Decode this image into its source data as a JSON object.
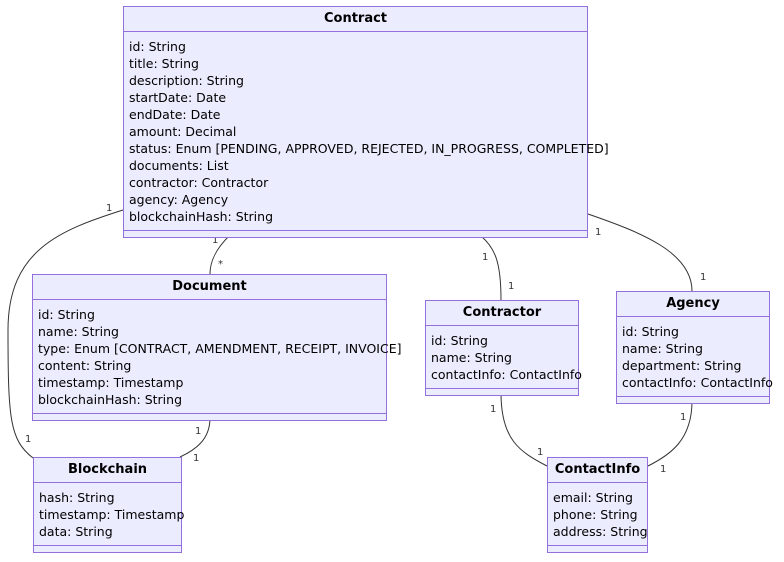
{
  "diagram": {
    "classes": {
      "contract": {
        "name": "Contract",
        "attributes": [
          "id: String",
          "title: String",
          "description: String",
          "startDate: Date",
          "endDate: Date",
          "amount: Decimal",
          "status: Enum [PENDING, APPROVED, REJECTED, IN_PROGRESS, COMPLETED]",
          "documents: List",
          "contractor: Contractor",
          "agency: Agency",
          "blockchainHash: String"
        ]
      },
      "document": {
        "name": "Document",
        "attributes": [
          "id: String",
          "name: String",
          "type: Enum [CONTRACT, AMENDMENT, RECEIPT, INVOICE]",
          "content: String",
          "timestamp: Timestamp",
          "blockchainHash: String"
        ]
      },
      "contractor": {
        "name": "Contractor",
        "attributes": [
          "id: String",
          "name: String",
          "contactInfo: ContactInfo"
        ]
      },
      "agency": {
        "name": "Agency",
        "attributes": [
          "id: String",
          "name: String",
          "department: String",
          "contactInfo: ContactInfo"
        ]
      },
      "blockchain": {
        "name": "Blockchain",
        "attributes": [
          "hash: String",
          "timestamp: Timestamp",
          "data: String"
        ]
      },
      "contactinfo": {
        "name": "ContactInfo",
        "attributes": [
          "email: String",
          "phone: String",
          "address: String"
        ]
      }
    },
    "relations": [
      {
        "from": "Contract",
        "to": "Document",
        "from_mult": "1",
        "to_mult": "*"
      },
      {
        "from": "Contract",
        "to": "Blockchain",
        "from_mult": "1",
        "to_mult": "1"
      },
      {
        "from": "Contract",
        "to": "Contractor",
        "from_mult": "1",
        "to_mult": "1"
      },
      {
        "from": "Contract",
        "to": "Agency",
        "from_mult": "1",
        "to_mult": "1"
      },
      {
        "from": "Document",
        "to": "Blockchain",
        "from_mult": "1",
        "to_mult": "1"
      },
      {
        "from": "Contractor",
        "to": "ContactInfo",
        "from_mult": "1",
        "to_mult": "1"
      },
      {
        "from": "Agency",
        "to": "ContactInfo",
        "from_mult": "1",
        "to_mult": "1"
      }
    ]
  }
}
